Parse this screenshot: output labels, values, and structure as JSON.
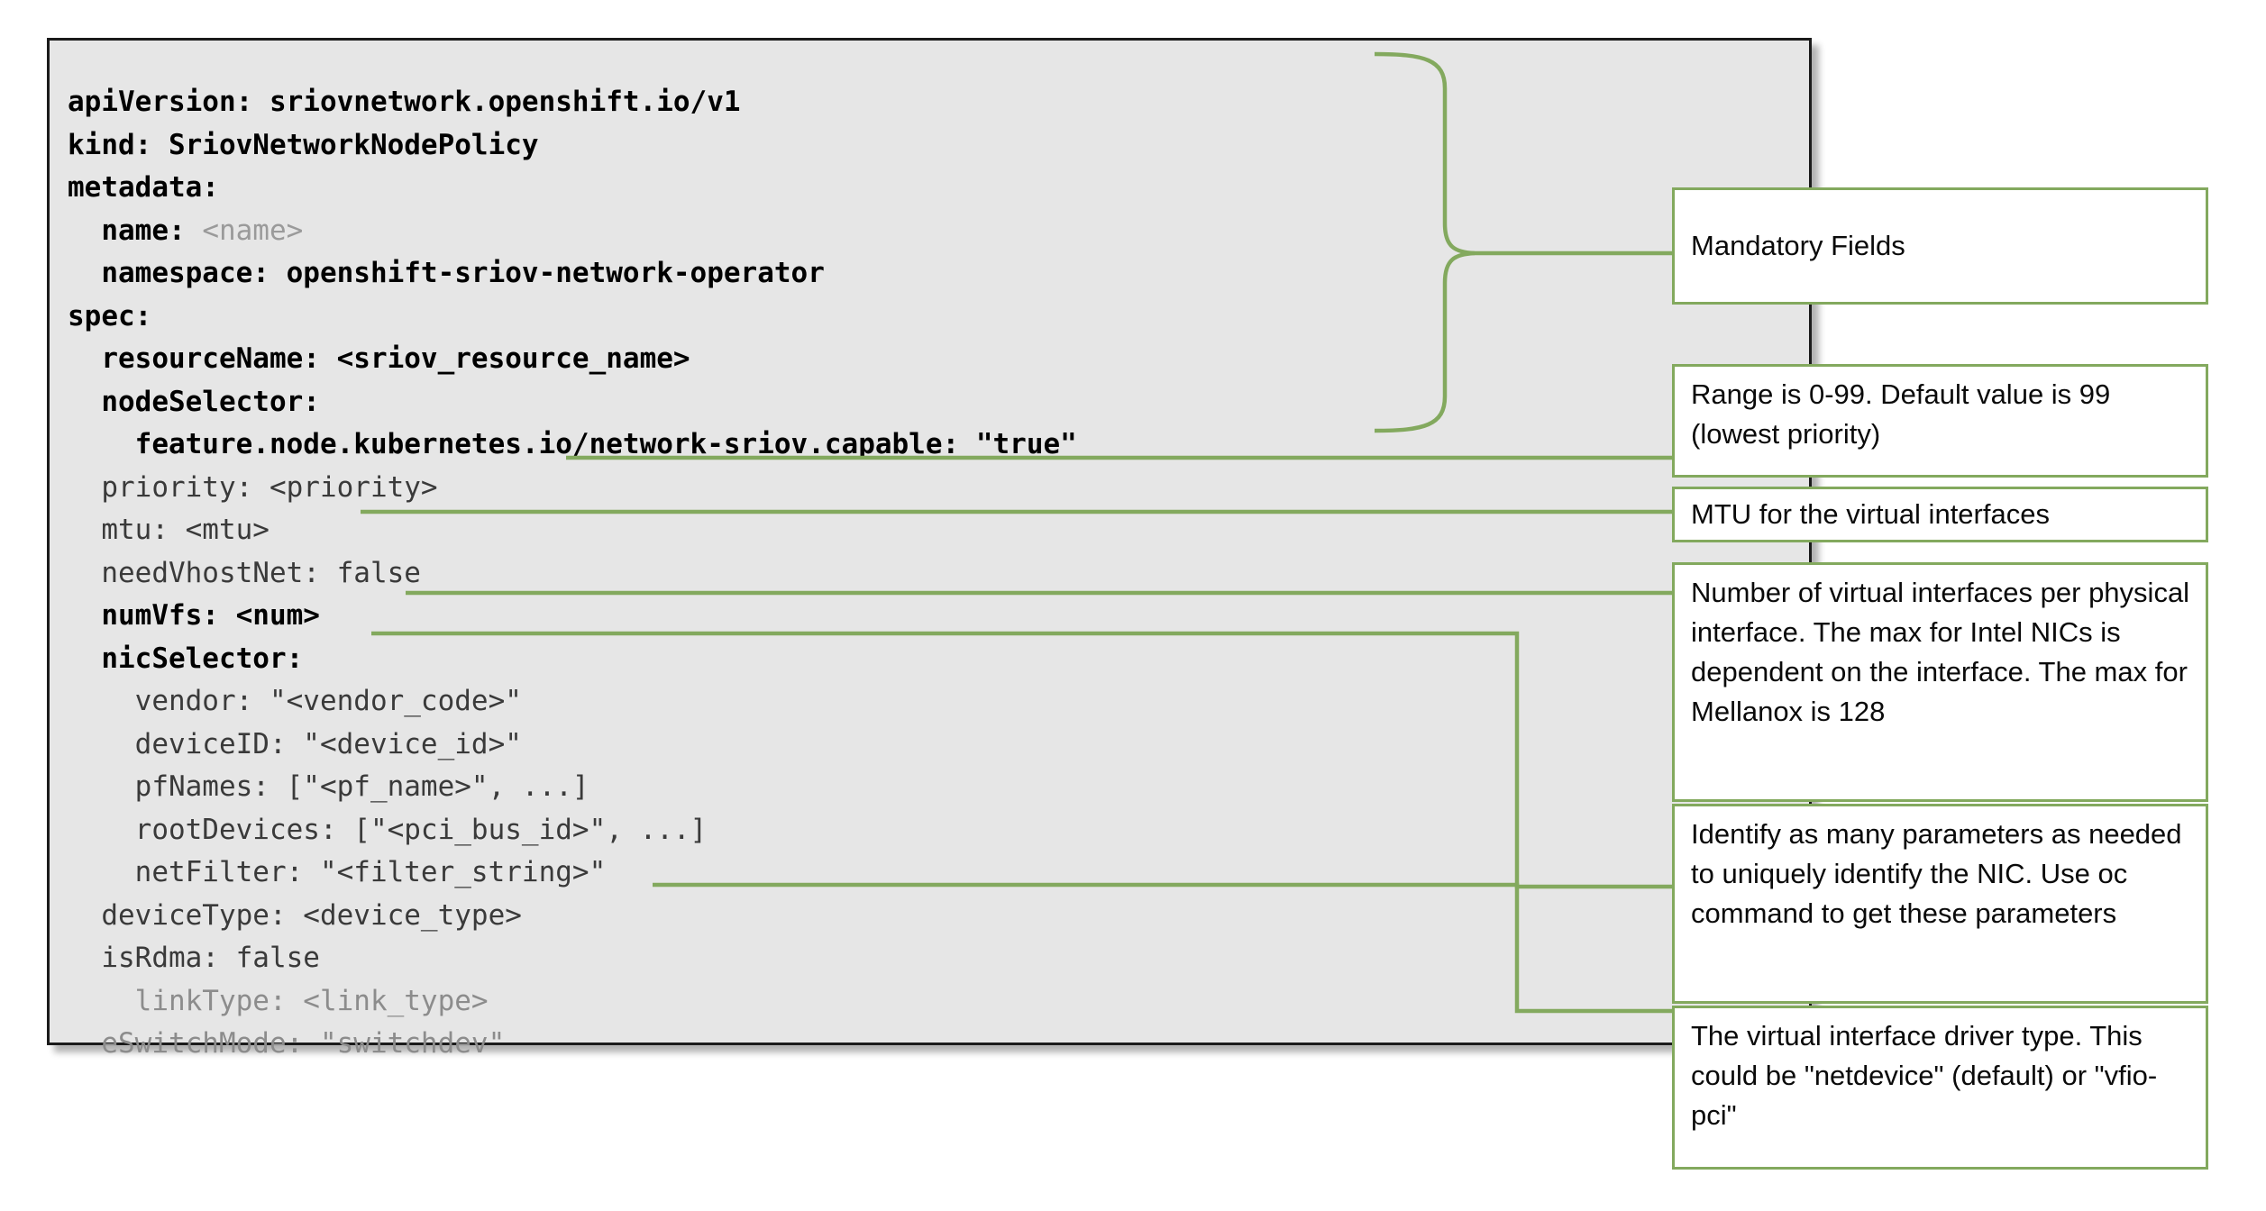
{
  "diagram": {
    "title": "SriovNetworkNodePolicy annotated YAML",
    "accent_color": "#83a95e",
    "panel_bg": "#e6e6e6",
    "panel_border": "#1b1b1b"
  },
  "code": {
    "language": "yaml",
    "lines": [
      {
        "indent": 0,
        "segments": [
          {
            "text": "apiVersion: sriovnetwork.openshift.io/v1",
            "style": "bold"
          }
        ]
      },
      {
        "indent": 0,
        "segments": [
          {
            "text": "kind: SriovNetworkNodePolicy",
            "style": "bold"
          }
        ]
      },
      {
        "indent": 0,
        "segments": [
          {
            "text": "metadata:",
            "style": "bold"
          }
        ]
      },
      {
        "indent": 1,
        "segments": [
          {
            "text": "name: ",
            "style": "bold"
          },
          {
            "text": "<name>",
            "style": "gray"
          }
        ]
      },
      {
        "indent": 1,
        "segments": [
          {
            "text": "namespace: openshift-sriov-network-operator",
            "style": "bold"
          }
        ]
      },
      {
        "indent": 0,
        "segments": [
          {
            "text": "spec:",
            "style": "bold"
          }
        ]
      },
      {
        "indent": 1,
        "segments": [
          {
            "text": "resourceName: <sriov_resource_name>",
            "style": "bold"
          }
        ]
      },
      {
        "indent": 1,
        "segments": [
          {
            "text": "nodeSelector:",
            "style": "bold"
          }
        ]
      },
      {
        "indent": 2,
        "segments": [
          {
            "text": "feature.node.kubernetes.io/network-sriov.capable: \"true\"",
            "style": "bold"
          }
        ]
      },
      {
        "indent": 1,
        "segments": [
          {
            "text": "priority: <priority>",
            "style": "normal"
          }
        ]
      },
      {
        "indent": 1,
        "segments": [
          {
            "text": "mtu: <mtu>",
            "style": "normal"
          }
        ]
      },
      {
        "indent": 1,
        "segments": [
          {
            "text": "needVhostNet: false",
            "style": "normal"
          }
        ]
      },
      {
        "indent": 1,
        "segments": [
          {
            "text": "numVfs: <num>",
            "style": "bold"
          }
        ]
      },
      {
        "indent": 1,
        "segments": [
          {
            "text": "nicSelector:",
            "style": "bold"
          }
        ]
      },
      {
        "indent": 2,
        "segments": [
          {
            "text": "vendor: \"<vendor_code>\"",
            "style": "normal"
          }
        ]
      },
      {
        "indent": 2,
        "segments": [
          {
            "text": "deviceID: \"<device_id>\"",
            "style": "normal"
          }
        ]
      },
      {
        "indent": 2,
        "segments": [
          {
            "text": "pfNames: [\"<pf_name>\", ...]",
            "style": "normal"
          }
        ]
      },
      {
        "indent": 2,
        "segments": [
          {
            "text": "rootDevices: [\"<pci_bus_id>\", ...]",
            "style": "normal"
          }
        ]
      },
      {
        "indent": 2,
        "segments": [
          {
            "text": "netFilter: \"<filter_string>\"",
            "style": "normal"
          }
        ]
      },
      {
        "indent": 1,
        "segments": [
          {
            "text": "deviceType: <device_type>",
            "style": "normal"
          }
        ]
      },
      {
        "indent": 1,
        "segments": [
          {
            "text": "isRdma: false",
            "style": "normal"
          }
        ]
      },
      {
        "indent": 2,
        "segments": [
          {
            "text": "linkType: <link_type>",
            "style": "verygray"
          }
        ]
      },
      {
        "indent": 1,
        "segments": [
          {
            "text": "eSwitchMode: \"switchdev\"",
            "style": "verygray"
          }
        ]
      }
    ]
  },
  "annotations": [
    {
      "id": "mandatory-fields",
      "text": "Mandatory Fields"
    },
    {
      "id": "priority-note",
      "text": "Range is 0-99. Default value is 99 (lowest priority)"
    },
    {
      "id": "mtu-note",
      "text": "MTU for the virtual interfaces"
    },
    {
      "id": "numvfs-note",
      "text": "Number of virtual interfaces per physical interface. The max for Intel NICs is dependent on the interface. The max for Mellanox is 128"
    },
    {
      "id": "nicselector-note",
      "text": "Identify as many parameters as needed to uniquely identify the NIC. Use oc command to get these parameters"
    },
    {
      "id": "devicetype-note",
      "text": "The virtual interface driver type. This could be \"netdevice\" (default) or \"vfio-pci\""
    }
  ]
}
